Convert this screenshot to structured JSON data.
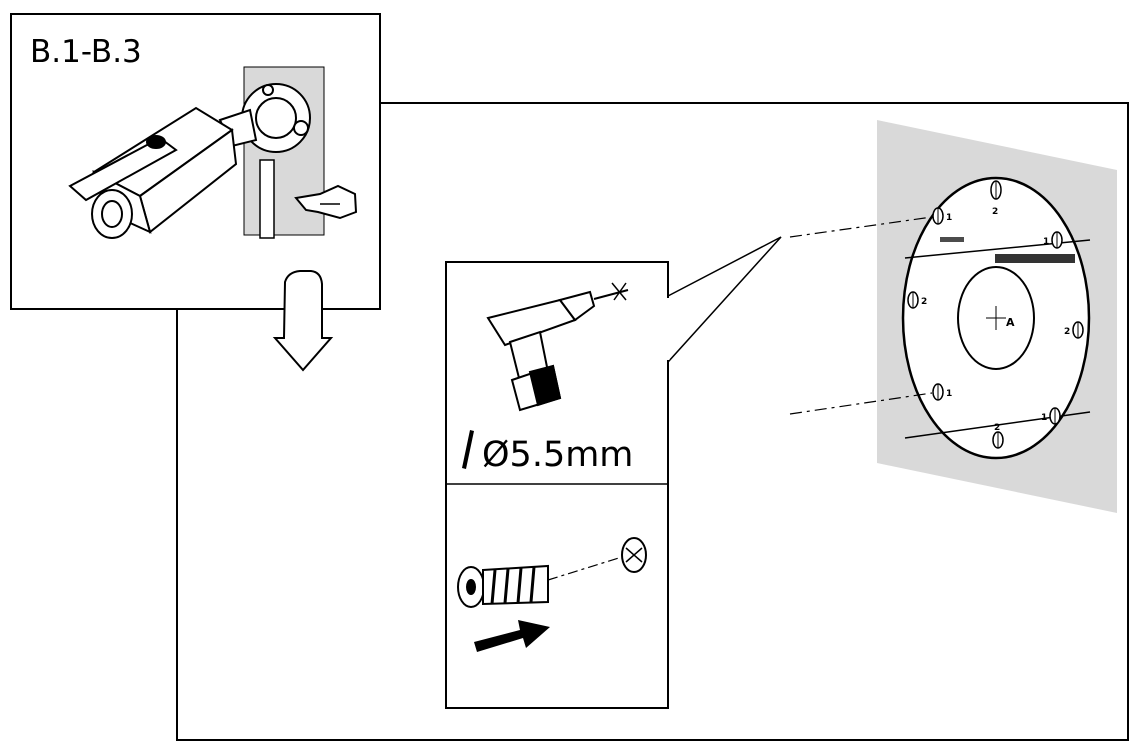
{
  "step_label": "B.1-B.3",
  "drill": {
    "bit_size": "Ø5.5mm"
  },
  "template": {
    "center_label": "A",
    "hole_label_1": "1",
    "hole_label_2": "2"
  },
  "colors": {
    "wall": "#d9d9d9",
    "line": "#000000",
    "background": "#ffffff"
  }
}
